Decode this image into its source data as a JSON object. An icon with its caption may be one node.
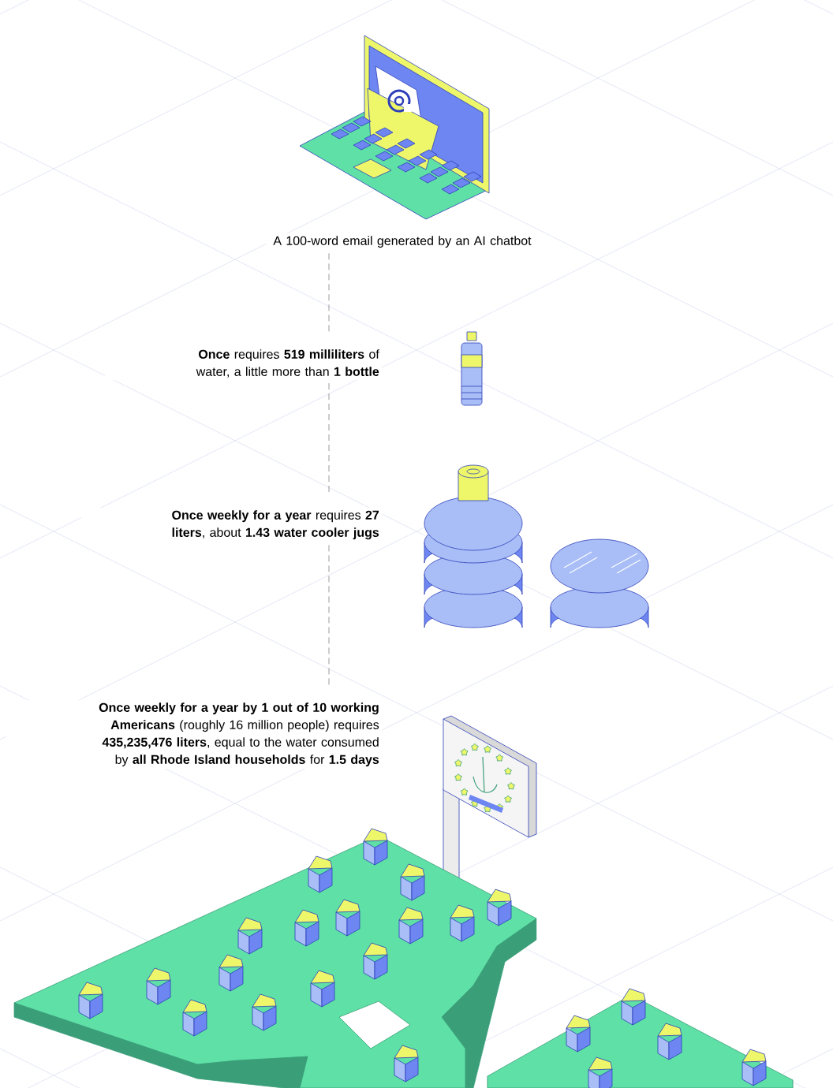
{
  "diagram": {
    "nodes": [
      {
        "text": [
          "A 100-word email generated by an AI chatbot"
        ]
      },
      {
        "text": [
          "Once",
          "requires **519 milliliters** of water, a little more than **1 bottle**"
        ]
      },
      {
        "text": [
          "Once weekly for a year",
          "requires **27 liters**, about **1.43 water cooler jugs**"
        ]
      },
      {
        "text": [
          "Once weekly for a year by 1 out of 10 working Americans",
          "(roughly 16 million people) requires **435,235,476 liters**, equal to the water consumed by **all Rhode Island households** for **1.5 days**"
        ]
      }
    ],
    "edges": [
      {
        "from": 0,
        "to": 1,
        "arrow": "none",
        "style": "dashed"
      },
      {
        "from": 1,
        "to": 2,
        "arrow": "none",
        "style": "dashed"
      },
      {
        "from": 2,
        "to": 3,
        "arrow": "none",
        "style": "dashed"
      }
    ]
  }
}
